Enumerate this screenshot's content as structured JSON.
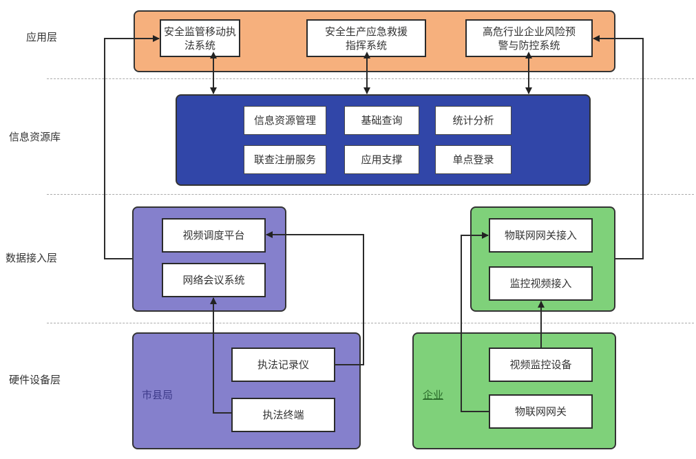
{
  "layers": [
    {
      "label": "应用层"
    },
    {
      "label": "信息资源库"
    },
    {
      "label": "数据接入层"
    },
    {
      "label": "硬件设备层"
    }
  ],
  "application_layer": {
    "systems": [
      {
        "label": "安全监管移动执\n法系统"
      },
      {
        "label": "安全生产应急救援\n指挥系统"
      },
      {
        "label": "高危行业企业风险预\n警与防控系统"
      }
    ]
  },
  "info_resource": {
    "modules": [
      {
        "label": "信息资源管理"
      },
      {
        "label": "基础查询"
      },
      {
        "label": "统计分析"
      },
      {
        "label": "联查注册服务"
      },
      {
        "label": "应用支撑"
      },
      {
        "label": "单点登录"
      }
    ]
  },
  "data_access": {
    "city": {
      "items": [
        {
          "label": "视频调度平台"
        },
        {
          "label": "网络会议系统"
        }
      ]
    },
    "enterprise": {
      "items": [
        {
          "label": "物联网网关接入"
        },
        {
          "label": "监控视频接入"
        }
      ]
    }
  },
  "hardware": {
    "city": {
      "caption": "市县局",
      "items": [
        {
          "label": "执法记录仪"
        },
        {
          "label": "执法终端"
        }
      ]
    },
    "enterprise": {
      "caption": "企业",
      "items": [
        {
          "label": "视频监控设备"
        },
        {
          "label": "物联网网关"
        }
      ]
    }
  },
  "colors": {
    "application": "#f6b07d",
    "info_resource": "#3146a8",
    "city": "#8580cc",
    "enterprise": "#7fd17a"
  }
}
